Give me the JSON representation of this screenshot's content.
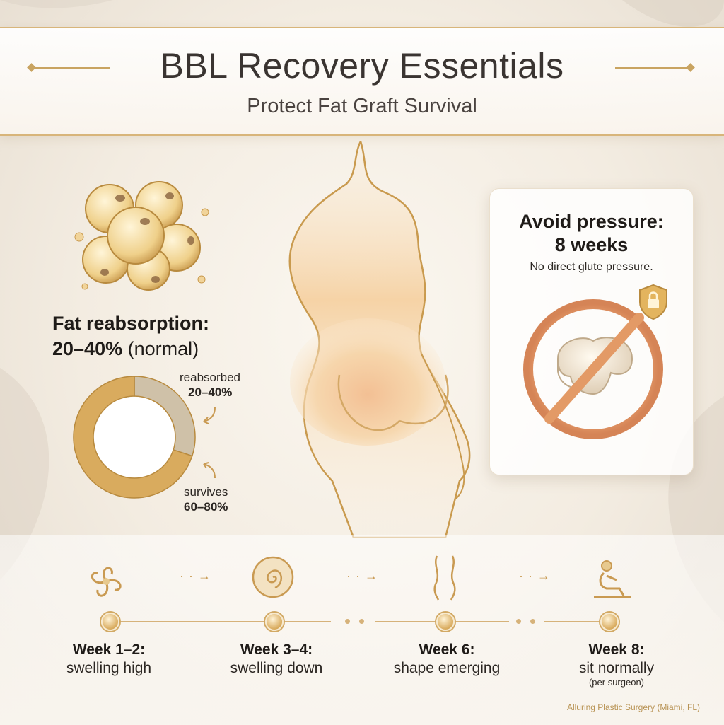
{
  "header": {
    "title": "BBL Recovery Essentials",
    "subtitle": "Protect Fat Graft Survival"
  },
  "reabsorption": {
    "heading": "Fat reabsorption:",
    "value": "20–40%",
    "qualifier": "(normal)",
    "chart_data": {
      "type": "pie",
      "categories": [
        "reabsorbed",
        "survives"
      ],
      "values": [
        30,
        70
      ],
      "colors": [
        "#cfc1a8",
        "#d9ab5e"
      ]
    },
    "reabsorbed_label": "reabsorbed",
    "reabsorbed_value": "20–40%",
    "survives_label": "survives",
    "survives_value": "60–80%"
  },
  "pressure_card": {
    "title_line1": "Avoid pressure:",
    "title_line2": "8 weeks",
    "note": "No direct glute pressure.",
    "icons": [
      "cushion-icon",
      "no-sign-icon",
      "lock-icon"
    ]
  },
  "timeline": [
    {
      "title": "Week 1–2:",
      "desc": "swelling high",
      "note": "",
      "icon": "swelling-swirl-icon"
    },
    {
      "title": "Week 3–4:",
      "desc": "swelling down",
      "note": "",
      "icon": "spiral-icon"
    },
    {
      "title": "Week 6:",
      "desc": "shape emerging",
      "note": "",
      "icon": "body-curve-icon"
    },
    {
      "title": "Week 8:",
      "desc": "sit normally",
      "note": "(per surgeon)",
      "icon": "sitting-person-icon"
    }
  ],
  "footer": "Alluring Plastic Surgery (Miami, FL)",
  "colors": {
    "gold": "#d9ab5e",
    "gold_dark": "#b88a3e",
    "no_sign": "#e08a5e",
    "text": "#1f1b18"
  }
}
